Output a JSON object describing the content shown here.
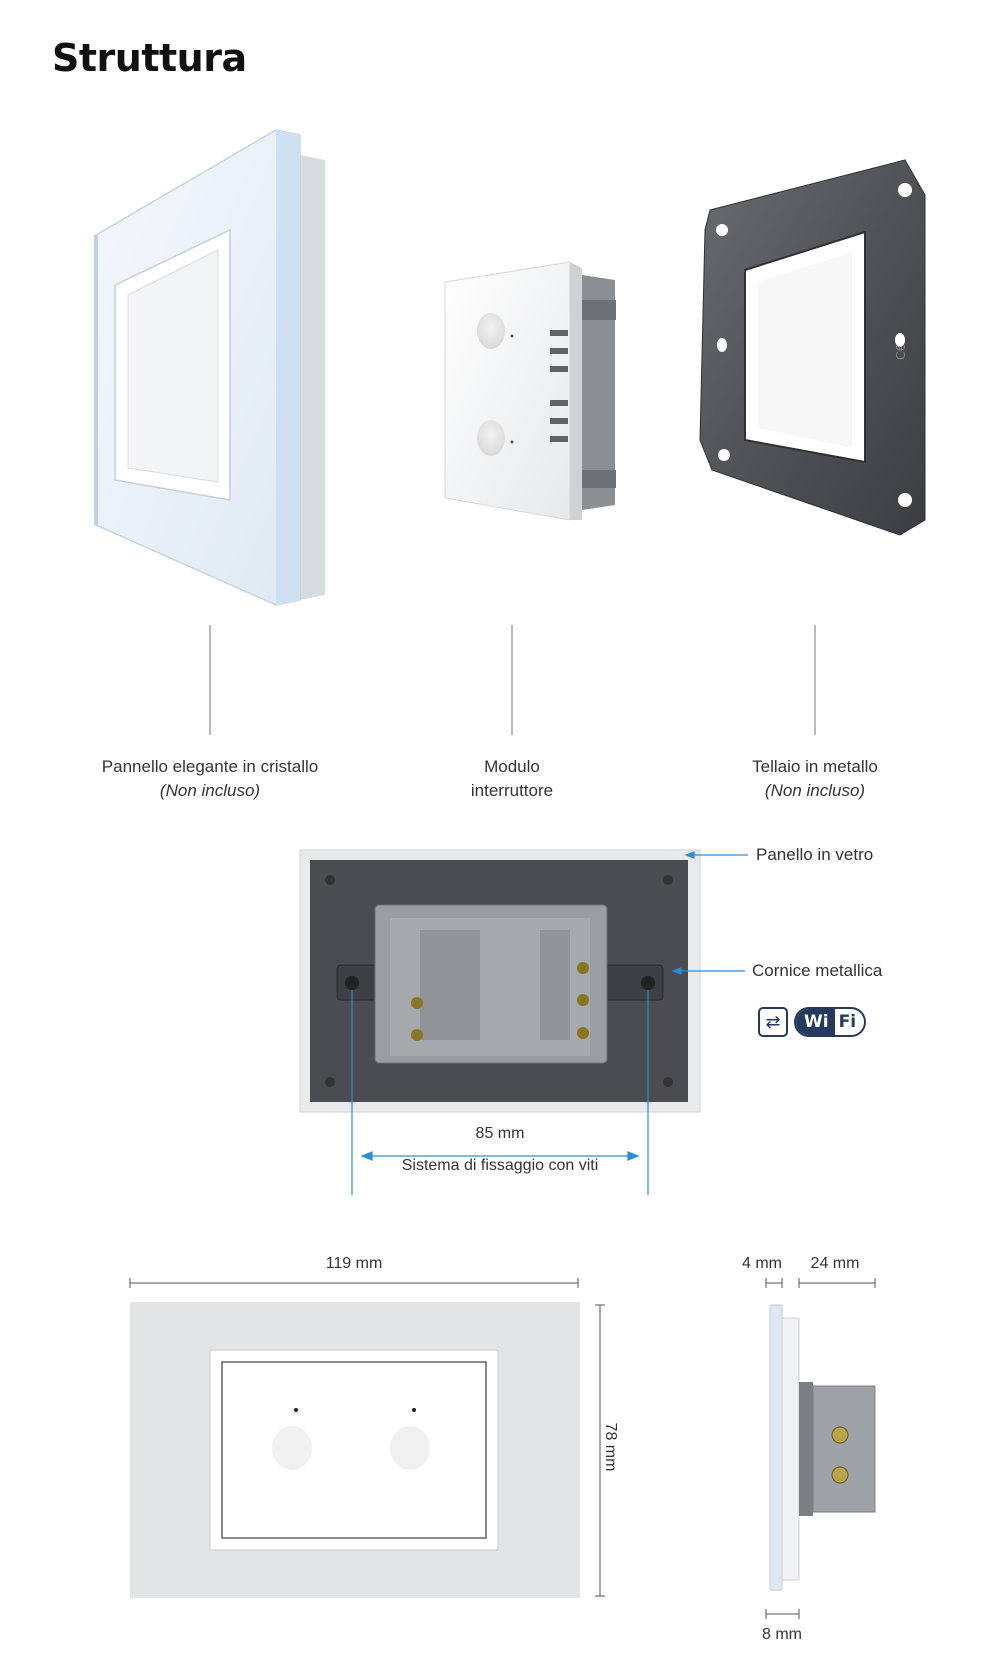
{
  "title": "Struttura",
  "parts": [
    {
      "label": "Pannello elegante in cristallo",
      "note": "(Non incluso)"
    },
    {
      "label": "Modulo",
      "label2": "interruttore"
    },
    {
      "label": "Tellaio in metallo",
      "note": "(Non incluso)"
    }
  ],
  "back_view": {
    "callout_glass": "Panello in vetro",
    "callout_frame": "Cornice metallica",
    "distance": "85 mm",
    "fixing": "Sistema di fissaggio con viti"
  },
  "badges": {
    "wifi_left": "Wi",
    "wifi_right": "Fi",
    "dual_icon": "dual-control-icon"
  },
  "dimensions": {
    "width": "119 mm",
    "height": "78 mm",
    "glass_depth": "4 mm",
    "module_depth": "24 mm",
    "frame_depth": "8 mm"
  },
  "colors": {
    "accent": "#2a8ed6",
    "badge": "#253a5e"
  }
}
